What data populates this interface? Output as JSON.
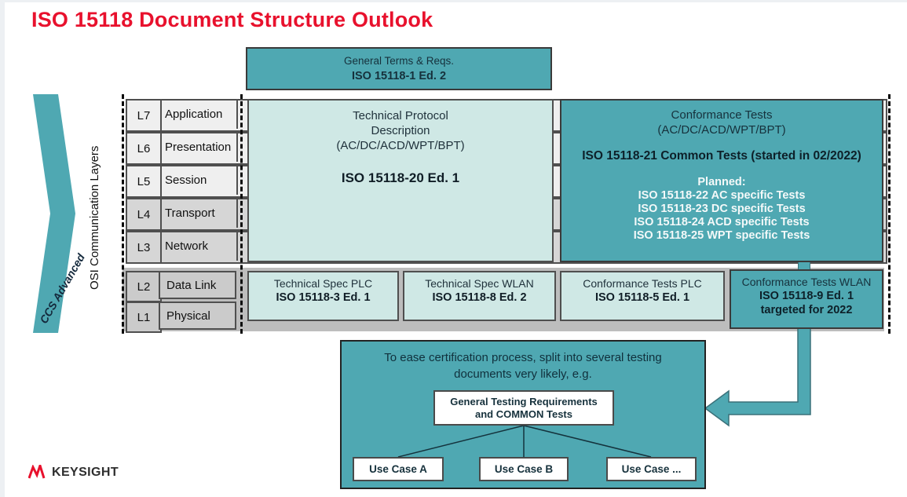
{
  "title": "ISO 15118 Document Structure Outlook",
  "top_box": {
    "line1": "General Terms & Reqs.",
    "line2": "ISO 15118-1 Ed. 2"
  },
  "chevron_label": "CCS Advanced",
  "osi_axis_label": "OSI Communication Layers",
  "osi_layers": [
    {
      "id": "L7",
      "name": "Application"
    },
    {
      "id": "L6",
      "name": "Presentation"
    },
    {
      "id": "L5",
      "name": "Session"
    },
    {
      "id": "L4",
      "name": "Transport"
    },
    {
      "id": "L3",
      "name": "Network"
    },
    {
      "id": "L2",
      "name": "Data Link"
    },
    {
      "id": "L1",
      "name": "Physical"
    }
  ],
  "protocol_box": {
    "line1": "Technical Protocol",
    "line2": "Description",
    "scope": "(AC/DC/ACD/WPT/BPT)",
    "doc": "ISO 15118-20 Ed. 1"
  },
  "conformance_box": {
    "line1": "Conformance Tests",
    "scope": "(AC/DC/ACD/WPT/BPT)",
    "common": "ISO 15118-21 Common Tests (started in 02/2022)",
    "planned_label": "Planned:",
    "planned": [
      "ISO 15118-22 AC specific Tests",
      "ISO 15118-23 DC specific Tests",
      "ISO 15118-24 ACD specific Tests",
      "ISO 15118-25 WPT specific Tests"
    ]
  },
  "lower_boxes": [
    {
      "title": "Technical Spec PLC",
      "doc": "ISO 15118-3 Ed. 1"
    },
    {
      "title": "Technical Spec WLAN",
      "doc": "ISO 15118-8 Ed. 2"
    },
    {
      "title": "Conformance Tests PLC",
      "doc": "ISO 15118-5 Ed. 1"
    },
    {
      "title": "Conformance Tests WLAN",
      "doc": "ISO 15118-9 Ed. 1",
      "note": "targeted for 2022"
    }
  ],
  "callout": {
    "intro_line1": "To ease certification process, split into several testing",
    "intro_line2": "documents very likely, e.g.",
    "root_line1": "General Testing Requirements",
    "root_line2": "and COMMON Tests",
    "use_cases": [
      "Use Case A",
      "Use Case B",
      "Use Case ..."
    ]
  },
  "logo": {
    "text": "KEYSIGHT"
  },
  "colors": {
    "accent_red": "#e8112d",
    "teal": "#4fa8b2",
    "light_teal": "#cfe8e5",
    "band_gray": "#bdbdbd",
    "dark_text": "#16313c",
    "white_text": "#f4f9f9"
  }
}
